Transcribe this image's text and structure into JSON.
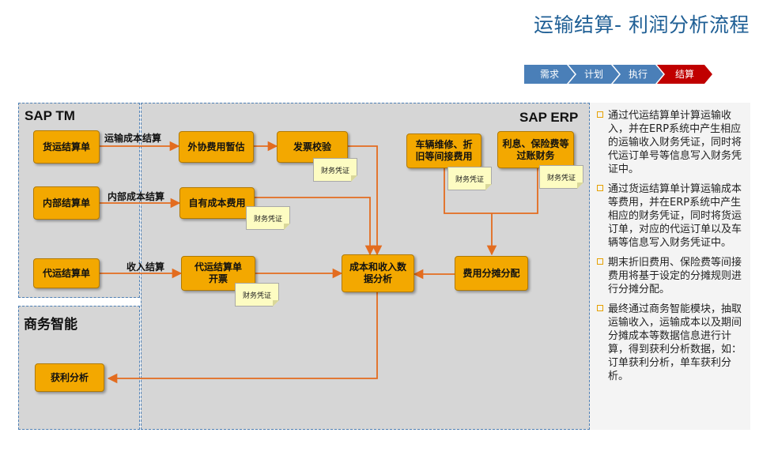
{
  "title": "运输结算- 利润分析流程",
  "steps": [
    "需求",
    "计划",
    "执行",
    "结算"
  ],
  "colors": {
    "step_inactive": "#4a7fb8",
    "step_active": "#c00000",
    "box": "#f3a800",
    "arrow": "#e36c1f",
    "note": "#fdfcc2"
  },
  "panels": {
    "sap_tm": "SAP TM",
    "sap_erp": "SAP ERP",
    "bi": "商务智能"
  },
  "boxes": {
    "freight_settlement": "货运结算单",
    "internal_settlement": "内部结算单",
    "agent_settlement": "代运结算单",
    "outsourcing_estimate": "外协费用暂估",
    "invoice_verification": "发票校验",
    "own_cost": "自有成本费用",
    "agent_invoice": "代运结算单\n开票",
    "vehicle_repair": "车辆维修、折\n旧等间接费用",
    "interest_insurance": "利息、保险费等\n过账财务",
    "cost_revenue_analysis": "成本和收入数\n据分析",
    "cost_allocation": "费用分摊分配",
    "profit_analysis": "获利分析"
  },
  "note_label": "财务凭证",
  "edge_labels": {
    "transport_cost": "运输成本结算",
    "internal_cost": "内部成本结算",
    "revenue": "收入结算"
  },
  "bullets": [
    "通过代运结算单计算运输收入，并在ERP系统中产生相应的运输收入财务凭证，同时将代运订单号等信息写入财务凭证中。",
    "通过货运结算单计算运输成本等费用，并在ERP系统中产生相应的财务凭证，同时将货运订单，对应的代运订单以及车辆等信息写入财务凭证中。",
    "期末折旧费用、保险费等间接费用将基于设定的分摊规则进行分摊分配。",
    "最终通过商务智能模块，抽取运输收入，运输成本以及期间分摊成本等数据信息进行计算，得到获利分析数据，如：订单获利分析，单车获利分析。"
  ]
}
